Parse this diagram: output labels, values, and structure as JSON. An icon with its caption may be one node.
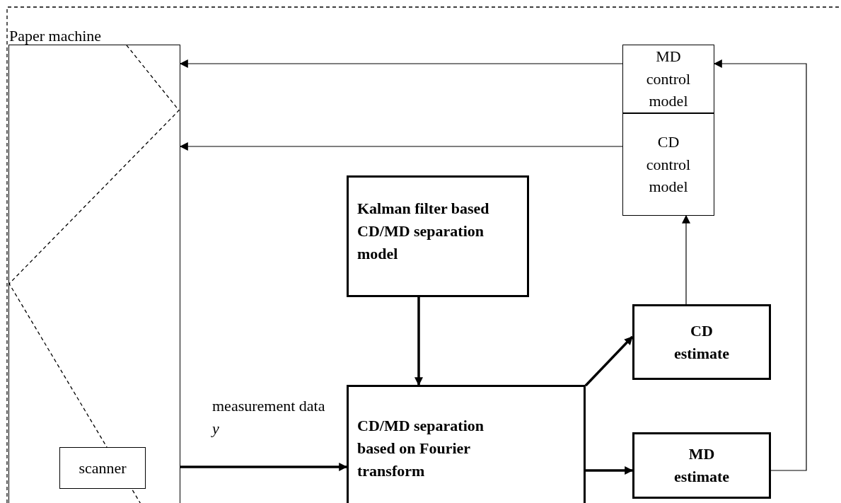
{
  "diagram": {
    "nodes": [
      {
        "text": [
          "Paper machine"
        ]
      },
      {
        "text": [
          "scanner"
        ],
        "in": 0
      },
      {
        "text": [
          "MD control model"
        ]
      },
      {
        "text": [
          "CD control model"
        ]
      },
      {
        "text": [
          "Kalman filter based CD/MD separation model"
        ]
      },
      {
        "text": [
          "CD/MD separation based on Fourier transform"
        ]
      },
      {
        "text": [
          "CD estimate"
        ]
      },
      {
        "text": [
          "MD estimate"
        ]
      }
    ],
    "edges": [
      {
        "from": 2,
        "to": 0,
        "arrow": "to"
      },
      {
        "from": 3,
        "to": 0,
        "arrow": "to"
      },
      {
        "from": 4,
        "to": 5,
        "arrow": "to",
        "style": "thick"
      },
      {
        "from": 1,
        "to": 5,
        "arrow": "to",
        "label": "measurement data *y*",
        "style": "thick"
      },
      {
        "from": 5,
        "to": 6,
        "arrow": "to",
        "style": "thick"
      },
      {
        "from": 5,
        "to": 7,
        "arrow": "to",
        "style": "thick"
      },
      {
        "from": 6,
        "to": 3,
        "arrow": "to"
      },
      {
        "from": 7,
        "to": 2,
        "arrow": "to"
      }
    ]
  }
}
